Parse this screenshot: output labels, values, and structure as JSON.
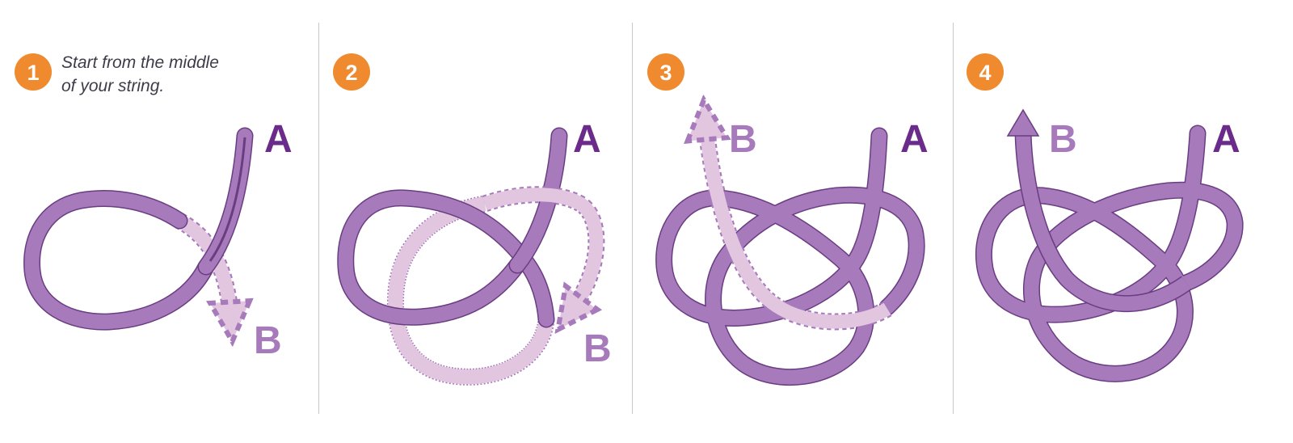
{
  "colors": {
    "badge": "#f08a2e",
    "badge_text": "#ffffff",
    "string_fill": "#a77bbb",
    "string_outline": "#6a3d82",
    "ghost_fill": "#e2c6e0",
    "ghost_dash": "#a77bbb",
    "label_a": "#6a2b8a",
    "label_b": "#a77bbb",
    "divider": "#c9c9c9",
    "instruction_text": "#3d3d4a"
  },
  "steps": [
    {
      "number": "1",
      "label_a": "A",
      "label_b": "B",
      "instruction": [
        "Start from the middle",
        "of your string."
      ]
    },
    {
      "number": "2",
      "label_a": "A",
      "label_b": "B"
    },
    {
      "number": "3",
      "label_a": "A",
      "label_b": "B"
    },
    {
      "number": "4",
      "label_a": "A",
      "label_b": "B"
    }
  ]
}
